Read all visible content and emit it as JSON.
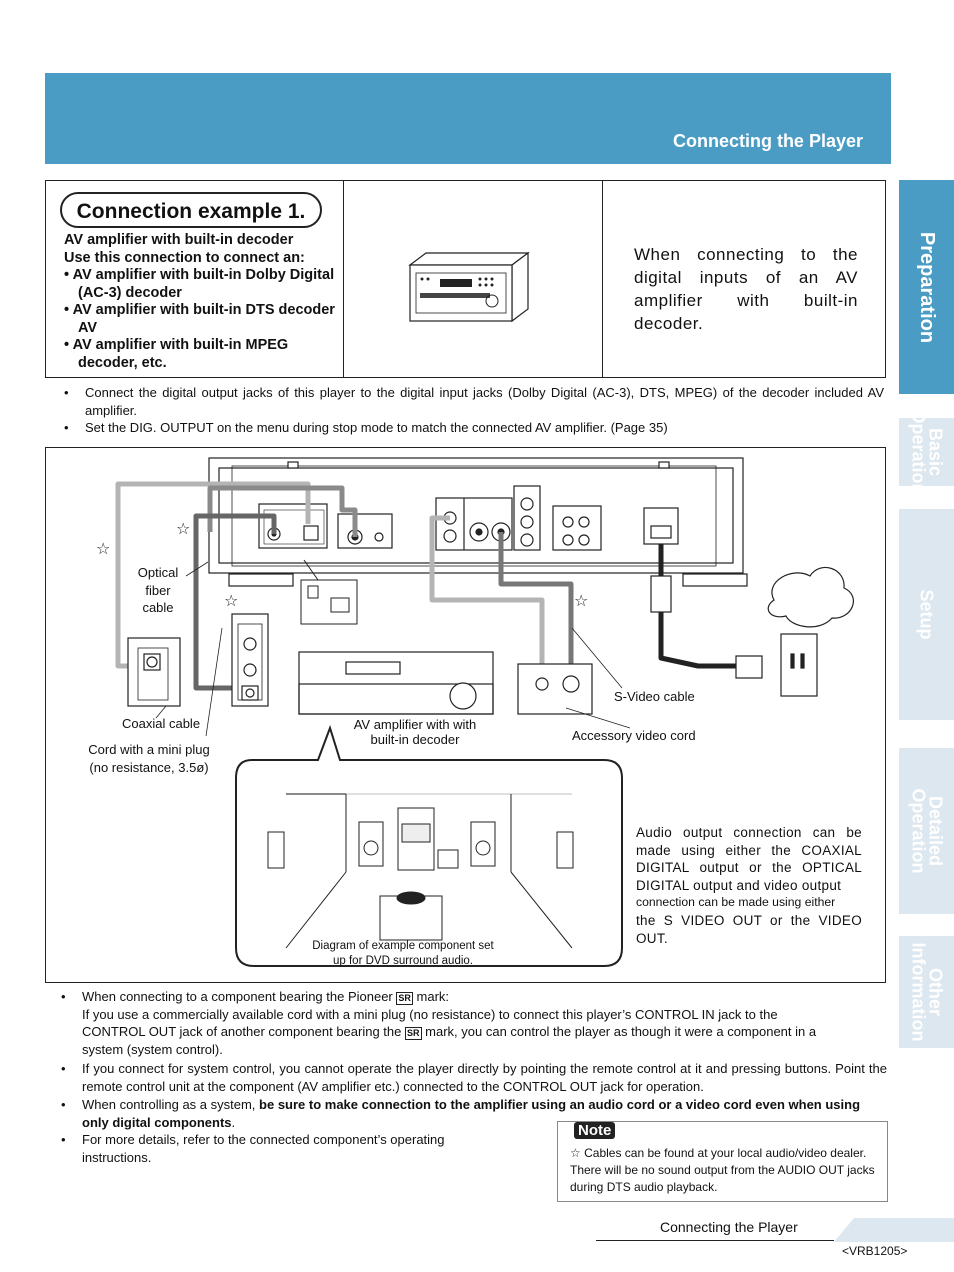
{
  "header": {
    "title": "Connecting the Player"
  },
  "side_tabs": {
    "preparation": "Preparation",
    "basic": [
      "Basic",
      "Operation"
    ],
    "setup": "Setup",
    "detailed": [
      "Detailed",
      "Operation"
    ],
    "other": [
      "Other",
      "Information"
    ]
  },
  "connection": {
    "title": "Connection example 1.",
    "heading1": "AV amplifier with built-in decoder",
    "heading2": "Use this connection to connect an:",
    "items": [
      "• AV amplifier with built-in Dolby Digital (AC-3) decoder",
      "• AV amplifier with built-in DTS decoder AV",
      "• AV amplifier with built-in MPEG decoder, etc."
    ],
    "description": "When connecting to the digital inputs of an AV amplifier with built-in decoder."
  },
  "notes_top": [
    "Connect the digital output jacks of this player to the digital input jacks (Dolby Digital (AC-3), DTS, MPEG) of the decoder included AV amplifier.",
    "Set the DIG. OUTPUT on the menu during stop mode to match the connected AV amplifier. (Page 35)"
  ],
  "diagram": {
    "optical_label": [
      "Optical",
      "fiber",
      "cable"
    ],
    "coaxial_label": "Coaxial cable",
    "mini_plug_label": [
      "Cord with a mini plug",
      "(no resistance, 3.5ø)"
    ],
    "amp_label": [
      "AV amplifier with with",
      "built-in decoder"
    ],
    "svideo_label": "S-Video cable",
    "accessory_label": "Accessory video cord",
    "room_caption": [
      "Diagram of example component set",
      "up for DVD surround audio."
    ],
    "audio_note": "Audio output connection can be made using either the COAXIAL DIGITAL output or the OPTICAL DIGITAL output and video output",
    "audio_note2": "connection can be made using either",
    "audio_note3": "the S VIDEO OUT or the VIDEO OUT."
  },
  "bottom_notes": {
    "b1_head": "When connecting to a component bearing the Pioneer",
    "b1_mark": "mark:",
    "b1_line1": "If you use a commercially available cord with a mini plug (no resistance) to connect this player’s CONTROL IN jack to the",
    "b1_line2a": "CONTROL OUT jack of another component bearing the",
    "b1_line2b": "mark, you can control the player as though it were a component in a",
    "b1_line3": "system (system control).",
    "b2": "If you connect for system control, you cannot operate the player directly by pointing the remote control at it and pressing buttons. Point the remote control unit at the component (AV amplifier etc.) connected to the CONTROL OUT jack for operation.",
    "b3_plain": "When controlling as a system,",
    "b3_bold": "be sure to make connection to the amplifier using an audio cord or a video cord even when using only digital components",
    "b3_end": ".",
    "b4": "For more details, refer to the connected component’s operating instructions.",
    "sr_mark": "SR"
  },
  "note_box": {
    "tag": "Note",
    "line1": "Cables can be found at your local audio/video dealer.",
    "line2": "There will be no sound output from the AUDIO OUT jacks during DTS audio playback."
  },
  "footer": {
    "section": "Connecting the Player",
    "code": "<VRB1205>"
  }
}
